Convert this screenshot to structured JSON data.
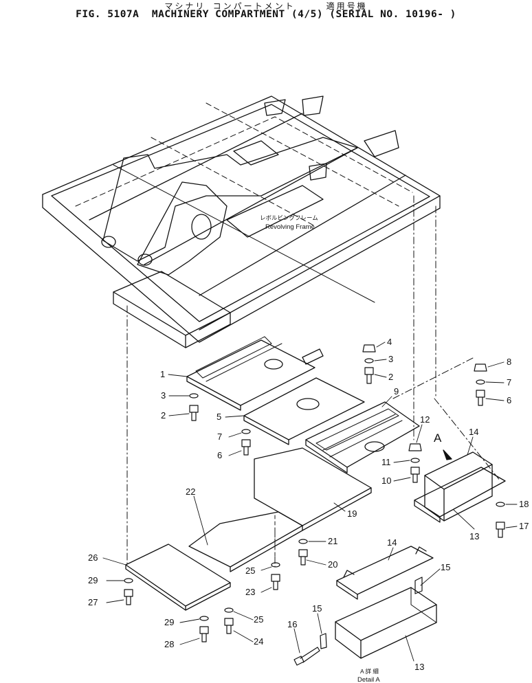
{
  "title_jp": "マシナリ コンパートメント　　　適用号機",
  "title": "FIG. 5107A  MACHINERY COMPARTMENT (4/5) (SERIAL NO. 10196- )",
  "frame_label_jp": "レボルビングフレーム",
  "frame_label": "Revolving Frame",
  "detail_arrow_label": "A",
  "detail_label_jp": "A 詳 細",
  "detail_label": "Detail A",
  "callouts": [
    {
      "id": "c4",
      "text": "4"
    },
    {
      "id": "c3a",
      "text": "3"
    },
    {
      "id": "c2a",
      "text": "2"
    },
    {
      "id": "c1",
      "text": "1"
    },
    {
      "id": "c3b",
      "text": "3"
    },
    {
      "id": "c2b",
      "text": "2"
    },
    {
      "id": "c5",
      "text": "5"
    },
    {
      "id": "c8",
      "text": "8"
    },
    {
      "id": "c7a",
      "text": "7"
    },
    {
      "id": "c6a",
      "text": "6"
    },
    {
      "id": "c9",
      "text": "9"
    },
    {
      "id": "c7b",
      "text": "7"
    },
    {
      "id": "c6b",
      "text": "6"
    },
    {
      "id": "c12",
      "text": "12"
    },
    {
      "id": "c11",
      "text": "11"
    },
    {
      "id": "c10",
      "text": "10"
    },
    {
      "id": "c14a",
      "text": "14"
    },
    {
      "id": "c18",
      "text": "18"
    },
    {
      "id": "c17",
      "text": "17"
    },
    {
      "id": "c13a",
      "text": "13"
    },
    {
      "id": "c22",
      "text": "22"
    },
    {
      "id": "c19",
      "text": "19"
    },
    {
      "id": "c21",
      "text": "21"
    },
    {
      "id": "c20",
      "text": "20"
    },
    {
      "id": "c14b",
      "text": "14"
    },
    {
      "id": "c15a",
      "text": "15"
    },
    {
      "id": "c26",
      "text": "26"
    },
    {
      "id": "c29a",
      "text": "29"
    },
    {
      "id": "c27",
      "text": "27"
    },
    {
      "id": "c25a",
      "text": "25"
    },
    {
      "id": "c23",
      "text": "23"
    },
    {
      "id": "c29b",
      "text": "29"
    },
    {
      "id": "c25b",
      "text": "25"
    },
    {
      "id": "c28",
      "text": "28"
    },
    {
      "id": "c24",
      "text": "24"
    },
    {
      "id": "c16",
      "text": "16"
    },
    {
      "id": "c15b",
      "text": "15"
    },
    {
      "id": "c13b",
      "text": "13"
    }
  ]
}
